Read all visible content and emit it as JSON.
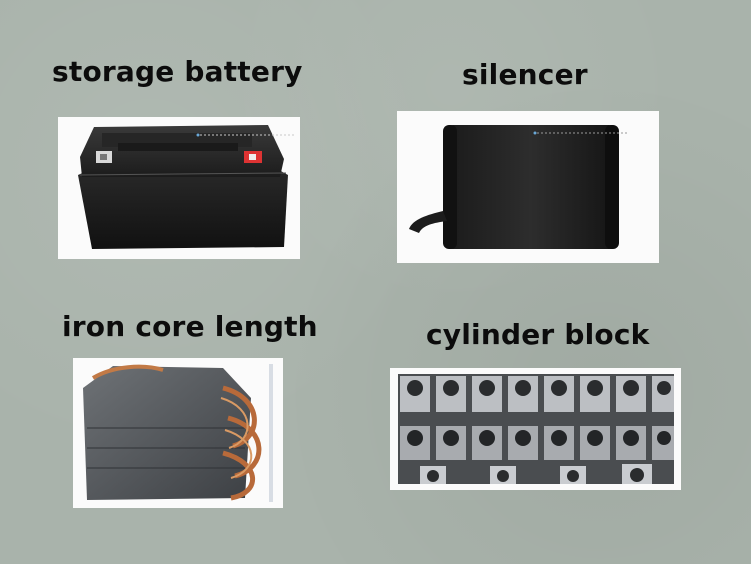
{
  "labels": {
    "battery": "storage battery",
    "silencer": "silencer",
    "iron_core": "iron core length",
    "cylinder": "cylinder block"
  },
  "colors": {
    "background": "#a9b3ab",
    "card": "#fbfbfb",
    "text": "#0c0c0c"
  }
}
